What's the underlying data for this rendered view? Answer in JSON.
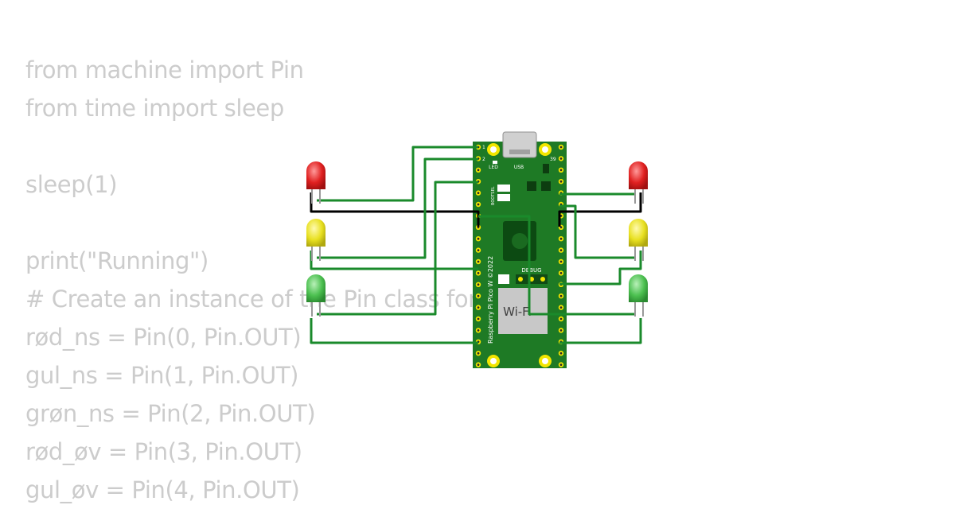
{
  "code": {
    "lines": [
      "from machine import Pin",
      "from time import sleep",
      "",
      "sleep(1)",
      "",
      "print(\"Running\")",
      "# Create an instance of the Pin class for LED",
      "rød_ns = Pin(0, Pin.OUT)",
      "gul_ns = Pin(1, Pin.OUT)",
      "grøn_ns = Pin(2, Pin.OUT)",
      "rød_øv = Pin(3, Pin.OUT)",
      "gul_øv = Pin(4, Pin.OUT)"
    ]
  },
  "board": {
    "name": "Raspberry Pi Pico W ©2022",
    "wifi_label": "Wi-Fi",
    "usb_label": "USB",
    "led_label": "LED",
    "debug_label": "DEBUG",
    "pin1_label": "1",
    "pin2_label": "2",
    "pin39_label": "39",
    "bootsel_label": "BOOTSEL",
    "colors": {
      "pcb": "#1e7a25",
      "pad": "#f2e600",
      "wire": "#1a8a2b",
      "ground": "#000000"
    }
  },
  "leds": [
    {
      "name": "red-left",
      "color": "#e02020"
    },
    {
      "name": "yellow-left",
      "color": "#e8e020"
    },
    {
      "name": "green-left",
      "color": "#4cc050"
    },
    {
      "name": "red-right",
      "color": "#e02020"
    },
    {
      "name": "yellow-right",
      "color": "#e8e020"
    },
    {
      "name": "green-right",
      "color": "#4cc050"
    }
  ]
}
